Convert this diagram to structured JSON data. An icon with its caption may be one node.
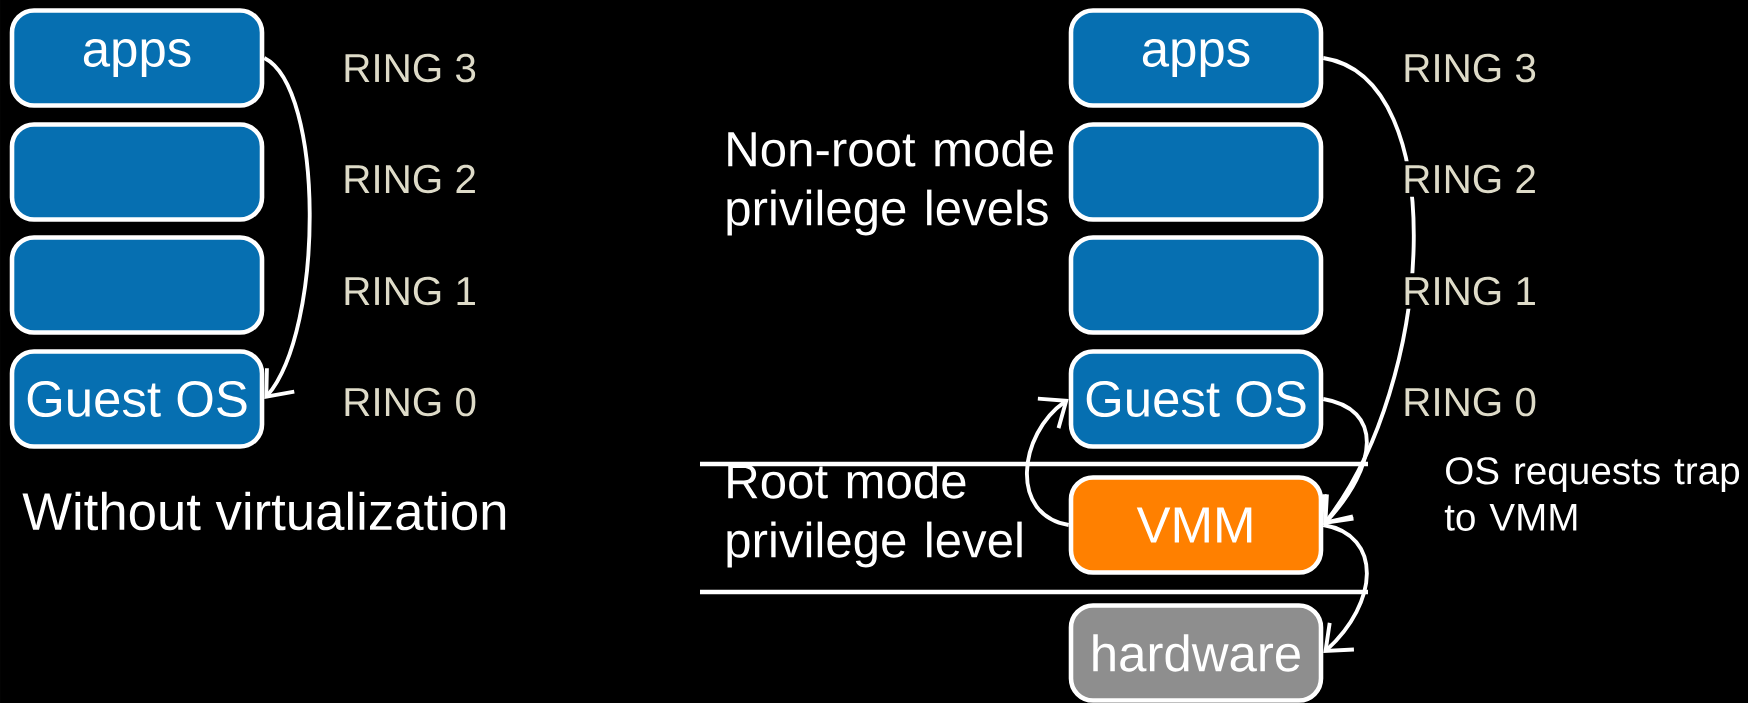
{
  "diagram": {
    "nodes": [
      {
        "text": [
          "apps"
        ]
      },
      {
        "text": [],
        "shape": "box"
      },
      {
        "text": [],
        "shape": "box"
      },
      {
        "text": [
          "Guest OS"
        ]
      },
      {
        "text": [
          "apps"
        ]
      },
      {
        "text": [],
        "shape": "box"
      },
      {
        "text": [],
        "shape": "box"
      },
      {
        "text": [
          "Guest OS"
        ]
      },
      {
        "text": [
          "VMM"
        ]
      },
      {
        "text": [
          "hardware"
        ]
      }
    ],
    "edges": [
      {
        "from": 0,
        "to": 3,
        "arrow": "to"
      },
      {
        "from": 4,
        "to": 8,
        "arrow": "to"
      },
      {
        "from": 7,
        "to": 8,
        "arrow": "to"
      },
      {
        "from": 8,
        "to": 7,
        "arrow": "to"
      },
      {
        "from": 8,
        "to": 9,
        "arrow": "to"
      }
    ],
    "labels": [
      "RING 3",
      "RING 2",
      "RING 1",
      "RING 0",
      "Without virtualization",
      "Non-root mode privilege levels",
      "RING 3",
      "RING 2",
      "RING 1",
      "RING 0",
      "Root mode privilege level",
      "OS requests trap to VMM"
    ]
  }
}
